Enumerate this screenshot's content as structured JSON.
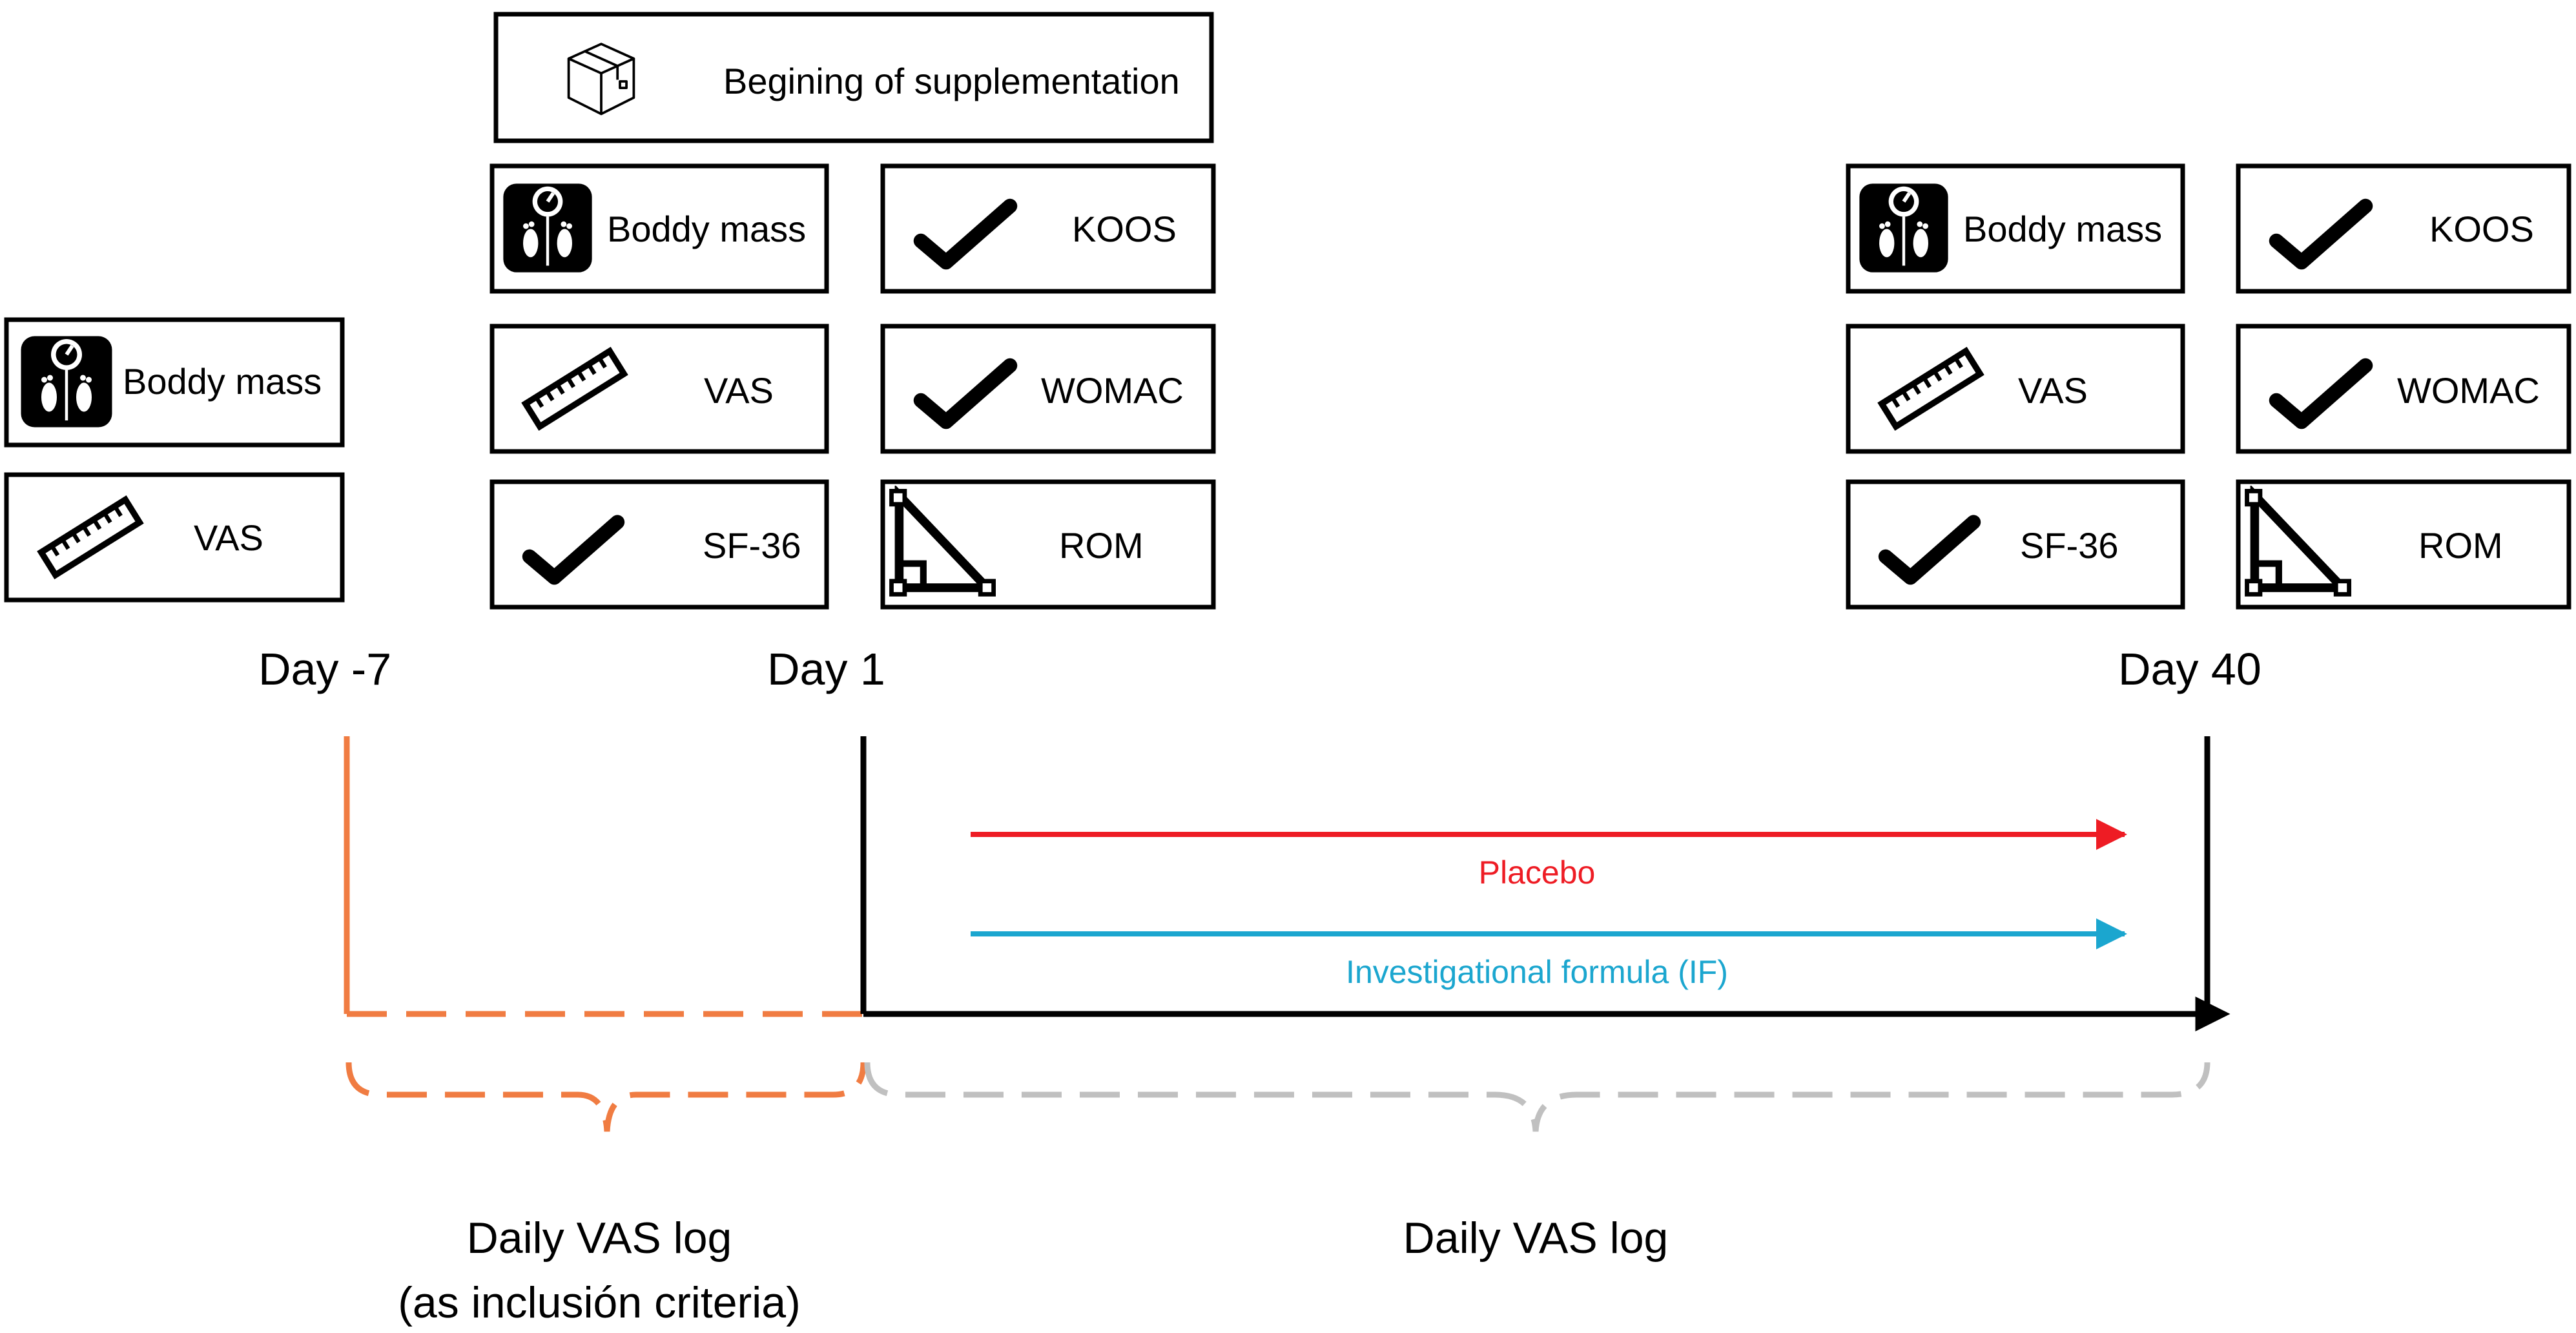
{
  "supplementation": {
    "label": "Begining of supplementation",
    "icon": "box-icon"
  },
  "timepoints": [
    {
      "id": "day-minus-7",
      "label": "Day -7",
      "boxes": [
        {
          "label": "Boddy mass",
          "icon": "scale-icon"
        },
        {
          "label": "VAS",
          "icon": "ruler-icon"
        }
      ]
    },
    {
      "id": "day-1",
      "label": "Day 1",
      "boxes": [
        {
          "label": "Boddy mass",
          "icon": "scale-icon"
        },
        {
          "label": "KOOS",
          "icon": "checkmark-icon"
        },
        {
          "label": "VAS",
          "icon": "ruler-icon"
        },
        {
          "label": "WOMAC",
          "icon": "checkmark-icon"
        },
        {
          "label": "SF-36",
          "icon": "checkmark-icon"
        },
        {
          "label": "ROM",
          "icon": "set-square-icon"
        }
      ]
    },
    {
      "id": "day-40",
      "label": "Day 40",
      "boxes": [
        {
          "label": "Boddy mass",
          "icon": "scale-icon"
        },
        {
          "label": "KOOS",
          "icon": "checkmark-icon"
        },
        {
          "label": "VAS",
          "icon": "ruler-icon"
        },
        {
          "label": "WOMAC",
          "icon": "checkmark-icon"
        },
        {
          "label": "SF-36",
          "icon": "checkmark-icon"
        },
        {
          "label": "ROM",
          "icon": "set-square-icon"
        }
      ]
    }
  ],
  "arms": [
    {
      "label": "Placebo",
      "color": "#ee1c24"
    },
    {
      "label": "Investigational formula (IF)",
      "color": "#1ba6cf"
    }
  ],
  "logs": [
    {
      "line1": "Daily VAS log",
      "line2": "(as inclusión criteria)",
      "color": "#f07c42"
    },
    {
      "line1": "Daily VAS log",
      "line2": "",
      "color": "#c0c0c0"
    }
  ]
}
